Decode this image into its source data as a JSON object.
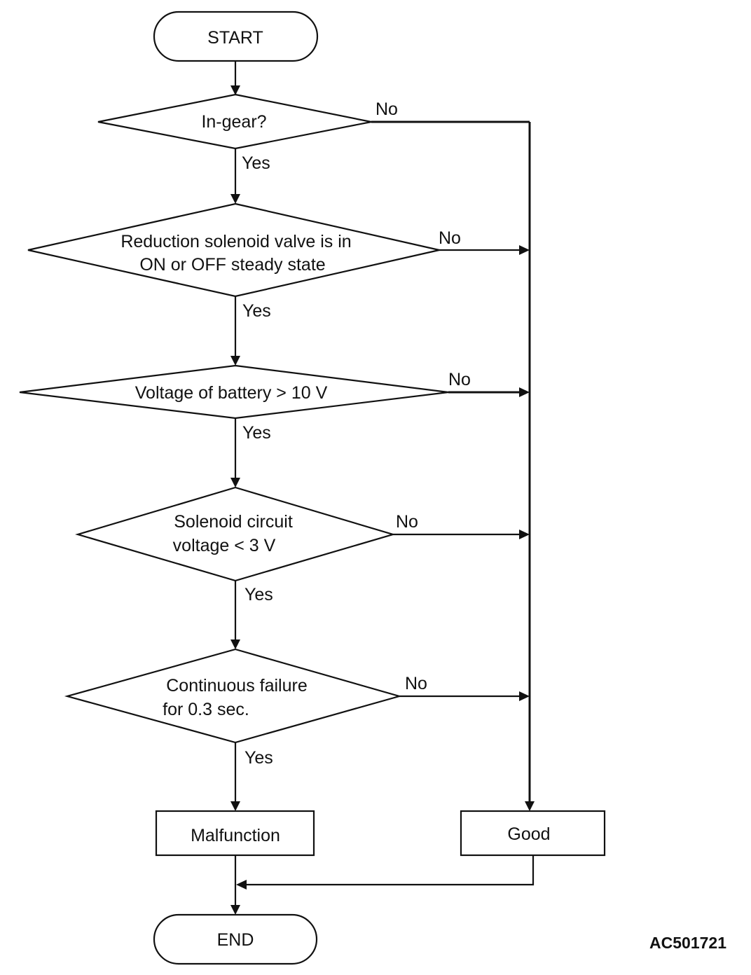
{
  "diagram": {
    "start_label": "START",
    "end_label": "END",
    "decisions": [
      {
        "lines": [
          "In-gear?"
        ],
        "yes_label": "Yes",
        "no_label": "No"
      },
      {
        "lines": [
          "Reduction solenoid valve is in",
          "ON or OFF steady state"
        ],
        "yes_label": "Yes",
        "no_label": "No"
      },
      {
        "lines": [
          "Voltage of battery > 10 V"
        ],
        "yes_label": "Yes",
        "no_label": "No"
      },
      {
        "lines": [
          "Solenoid circuit",
          "voltage < 3 V"
        ],
        "yes_label": "Yes",
        "no_label": "No"
      },
      {
        "lines": [
          "Continuous failure",
          "for 0.3 sec."
        ],
        "yes_label": "Yes",
        "no_label": "No"
      }
    ],
    "results": {
      "malfunction_label": "Malfunction",
      "good_label": "Good"
    },
    "figure_id": "AC501721"
  }
}
